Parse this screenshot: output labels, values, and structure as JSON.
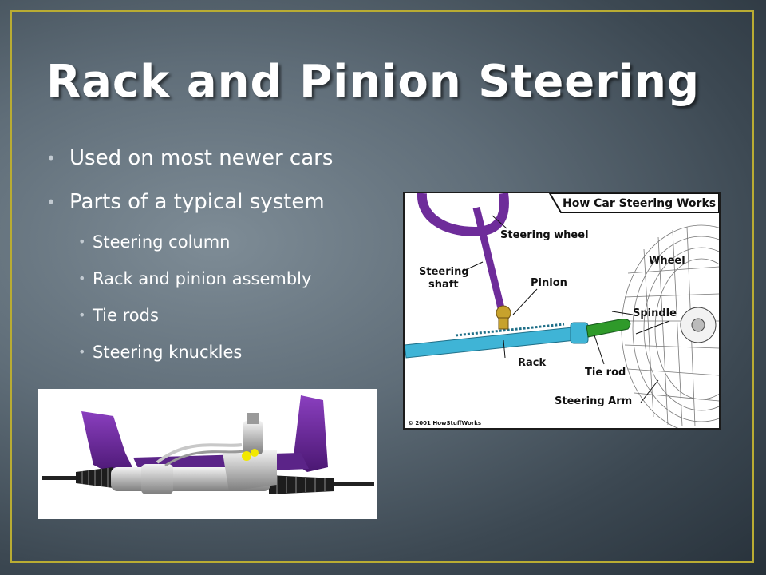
{
  "slide": {
    "title": "Rack and Pinion Steering",
    "bullets": [
      {
        "text": "Used on most newer cars",
        "level": 1
      },
      {
        "text": "Parts of a typical system",
        "level": 1
      },
      {
        "text": "Steering column",
        "level": 2
      },
      {
        "text": "Rack and pinion assembly",
        "level": 2
      },
      {
        "text": "Tie rods",
        "level": 2
      },
      {
        "text": "Steering knuckles",
        "level": 2
      }
    ]
  },
  "diagram": {
    "header": "How Car Steering Works",
    "labels": {
      "steering_wheel": "Steering wheel",
      "steering_shaft_line1": "Steering",
      "steering_shaft_line2": "shaft",
      "pinion": "Pinion",
      "wheel": "Wheel",
      "spindle": "Spindle",
      "rack": "Rack",
      "tie_rod": "Tie rod",
      "steering_arm": "Steering Arm"
    },
    "credit": "© 2001 HowStuffWorks"
  },
  "colors": {
    "frame": "#b9ac33",
    "column_purple": "#6e2c9a",
    "rack_blue": "#3fb4d6",
    "tie_rod_green": "#2f9a2a",
    "pinion_gold": "#c7a22c"
  }
}
